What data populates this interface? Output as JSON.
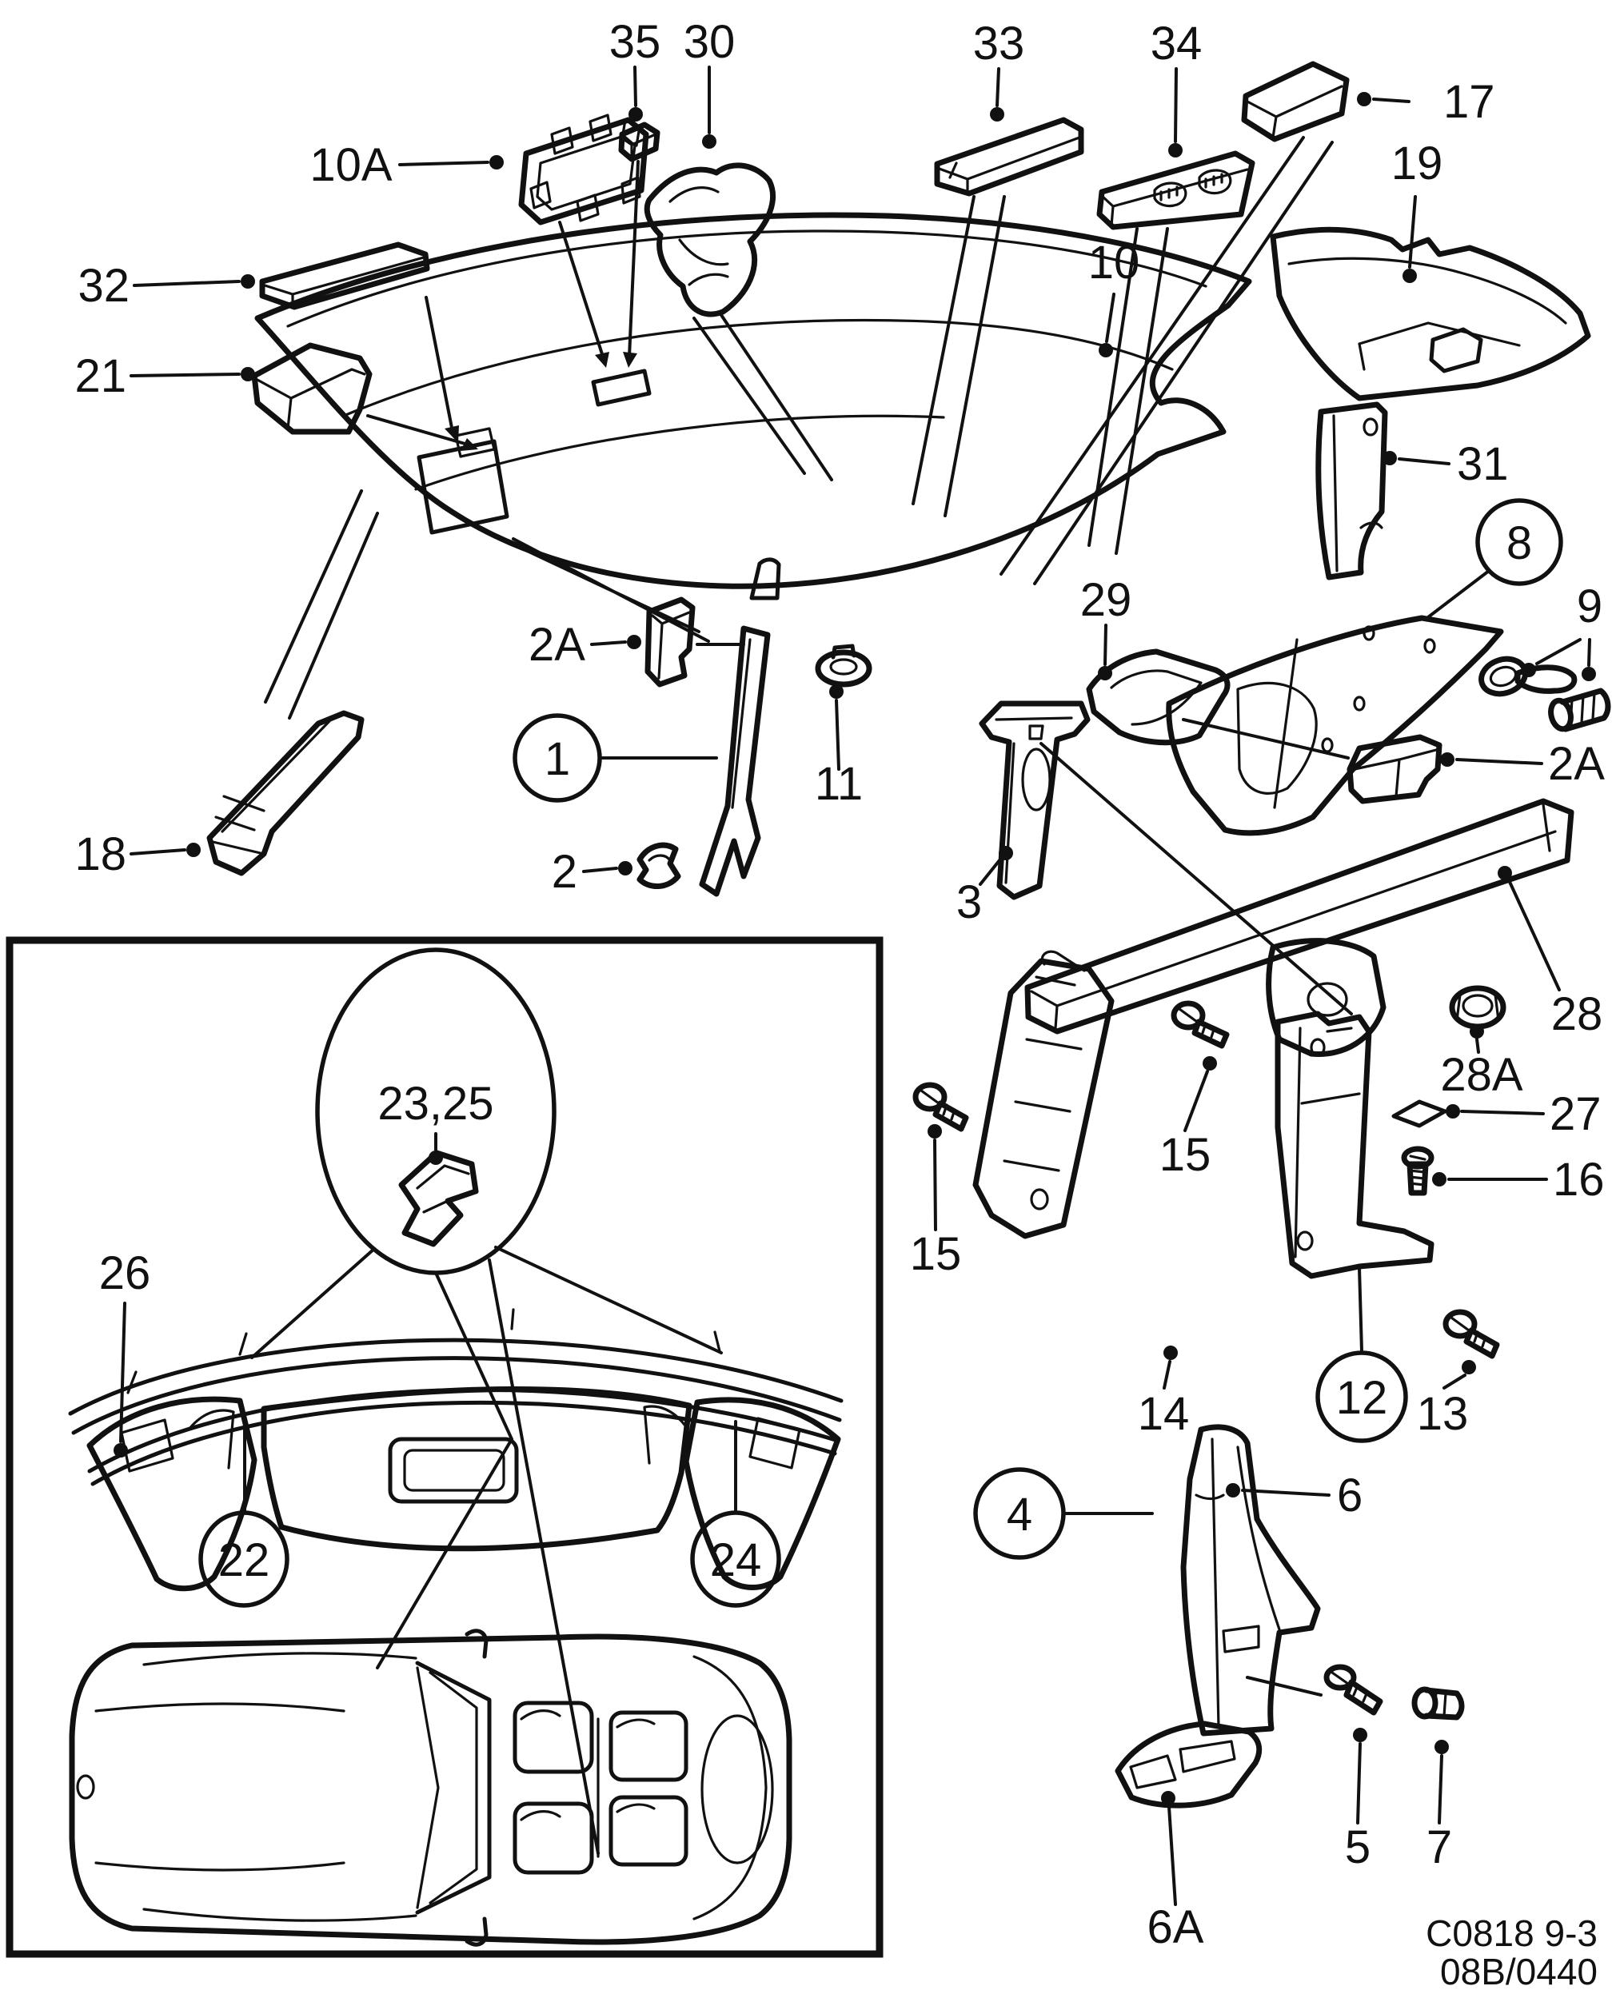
{
  "figure": {
    "kind": "exploded-parts-diagram",
    "subject": "interior trim / headliner and pillar trim with fasteners, convertible rear shelf inset",
    "colors": {
      "ink": "#111111",
      "paper": "#ffffff"
    }
  },
  "callouts": {
    "n10A": {
      "label": "10A"
    },
    "n35": {
      "label": "35"
    },
    "n30": {
      "label": "30"
    },
    "n33": {
      "label": "33"
    },
    "n34": {
      "label": "34"
    },
    "n17": {
      "label": "17"
    },
    "n19": {
      "label": "19"
    },
    "n10": {
      "label": "10"
    },
    "n31": {
      "label": "31"
    },
    "c8": {
      "label": "8",
      "circled": true
    },
    "n9": {
      "label": "9"
    },
    "n29": {
      "label": "29"
    },
    "n2Ar": {
      "label": "2A"
    },
    "n2Al": {
      "label": "2A"
    },
    "c1": {
      "label": "1",
      "circled": true
    },
    "n11": {
      "label": "11"
    },
    "n2": {
      "label": "2"
    },
    "n3": {
      "label": "3"
    },
    "n18": {
      "label": "18"
    },
    "n32": {
      "label": "32"
    },
    "n21": {
      "label": "21"
    },
    "n28": {
      "label": "28"
    },
    "n28A": {
      "label": "28A"
    },
    "n27": {
      "label": "27"
    },
    "n16": {
      "label": "16"
    },
    "n15a": {
      "label": "15"
    },
    "n15b": {
      "label": "15"
    },
    "n14": {
      "label": "14"
    },
    "n13": {
      "label": "13"
    },
    "c12": {
      "label": "12",
      "circled": true
    },
    "n6": {
      "label": "6"
    },
    "c4": {
      "label": "4",
      "circled": true
    },
    "n5": {
      "label": "5"
    },
    "n7": {
      "label": "7"
    },
    "n6A": {
      "label": "6A"
    },
    "n2325": {
      "label": "23,25",
      "circled": true
    },
    "n26": {
      "label": "26"
    },
    "c22": {
      "label": "22",
      "circled": true
    },
    "c24": {
      "label": "24",
      "circled": true
    }
  },
  "footer": {
    "line1": "C0818 9-3",
    "line2": "08B/0440"
  }
}
